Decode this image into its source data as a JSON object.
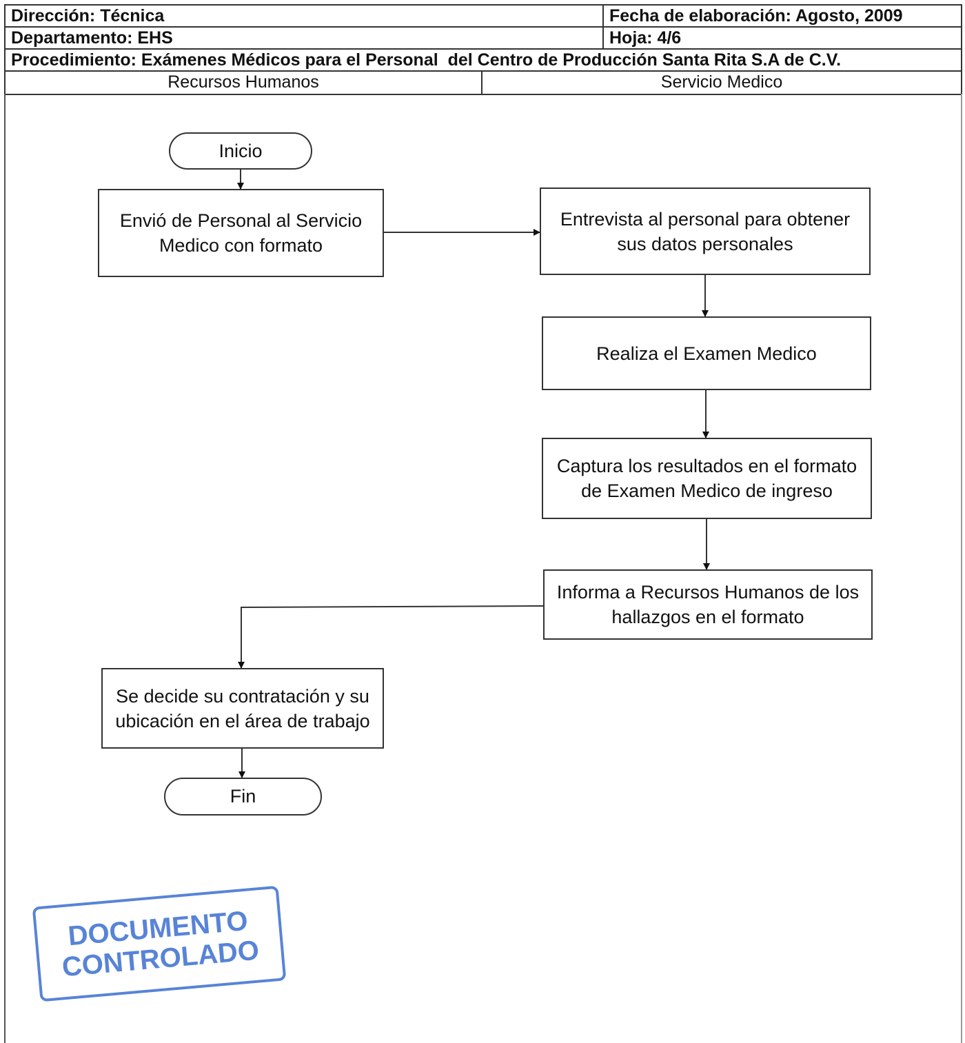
{
  "header": {
    "direccion": "Dirección: Técnica",
    "fecha": "Fecha de elaboración: Agosto, 2009",
    "departamento": "Departamento: EHS",
    "hoja": "Hoja: 4/6",
    "procedimiento": "Procedimiento: Exámenes Médicos para el Personal  del Centro de Producción Santa Rita S.A de C.V.",
    "lanes": [
      "Recursos Humanos",
      "Servicio Medico"
    ]
  },
  "flow": {
    "inicio": "Inicio",
    "envio": "Envió de Personal al Servicio Medico con formato",
    "entrevista": "Entrevista al personal para obtener sus datos personales",
    "examen": "Realiza el Examen Medico",
    "captura": "Captura los resultados en el formato de Examen Medico de ingreso",
    "informa": "Informa a Recursos Humanos de los hallazgos en el formato",
    "decide": "Se decide su contratación y su ubicación en el área de trabajo",
    "fin": "Fin"
  },
  "stamp": {
    "line1": "DOCUMENTO",
    "line2": "CONTROLADO",
    "color": "#3b6fd1"
  }
}
